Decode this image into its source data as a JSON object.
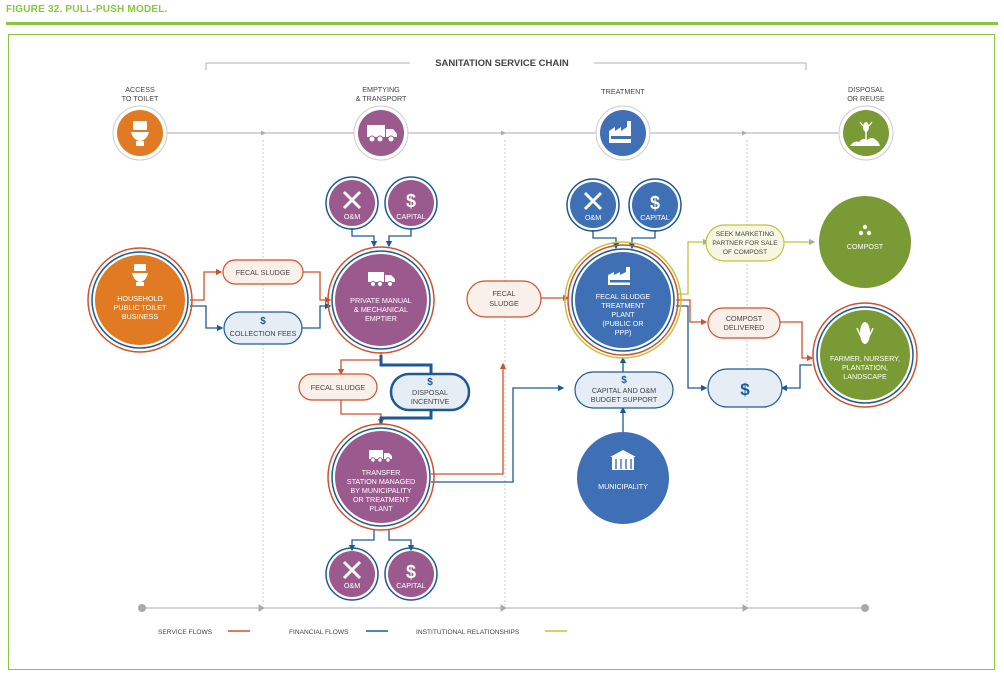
{
  "figure_title": "FIGURE 32. PULL-PUSH MODEL.",
  "chain_title": "SANITATION SERVICE CHAIN",
  "stages": [
    {
      "lines": [
        "ACCESS",
        "TO TOILET"
      ]
    },
    {
      "lines": [
        "EMPTYING",
        "& TRANSPORT"
      ]
    },
    {
      "lines": [
        "TREATMENT"
      ]
    },
    {
      "lines": [
        "DISPOSAL",
        "OR REUSE"
      ]
    }
  ],
  "nodes": {
    "household": [
      "HOUSEHOLD",
      "PUBLIC TOILET",
      "BUSINESS"
    ],
    "emptier": [
      "PRIVATE MANUAL",
      "& MECHANICAL",
      "EMPTIER"
    ],
    "transfer": [
      "TRANSFER",
      "STATION MANAGED",
      "BY MUNICIPALITY",
      "OR TREATMENT",
      "PLANT"
    ],
    "treatment": [
      "FECAL SLUDGE",
      "TREATMENT",
      "PLANT",
      "(PUBLIC OR",
      "PPP)"
    ],
    "municipality": [
      "MUNICIPALITY"
    ],
    "compost": [
      "COMPOST"
    ],
    "farmer": [
      "FARMER, NURSERY,",
      "PLANTATION,",
      "LANDSCAPE"
    ],
    "om": "O&M",
    "capital": "CAPITAL"
  },
  "pills": {
    "fecal_sludge": "FECAL SLUDGE",
    "collection_fees": "COLLECTION FEES",
    "disposal_incentive": [
      "DISPOSAL",
      "INCENTIVE"
    ],
    "fecal_sludge_2": [
      "FECAL",
      "SLUDGE"
    ],
    "budget_support": [
      "CAPITAL AND O&M",
      "BUDGET SUPPORT"
    ],
    "marketing": [
      "SEEK MARKETING",
      "PARTNER FOR SALE",
      "OF COMPOST"
    ],
    "compost_delivered": [
      "COMPOST",
      "DELIVERED"
    ],
    "dollar": "$"
  },
  "legend": {
    "service": "SERVICE FLOWS",
    "financial": "FINANCIAL FLOWS",
    "institutional": "INSTITUTIONAL RELATIONSHIPS"
  },
  "colors": {
    "accent_green": "#8cc63f",
    "orange": "#e07b24",
    "purple": "#9b5a8e",
    "blue": "#3f6fb5",
    "olive": "#7a9a35",
    "service_flow": "#d2502a",
    "financial_flow": "#1c5a96",
    "institutional": "#c3c43a"
  }
}
